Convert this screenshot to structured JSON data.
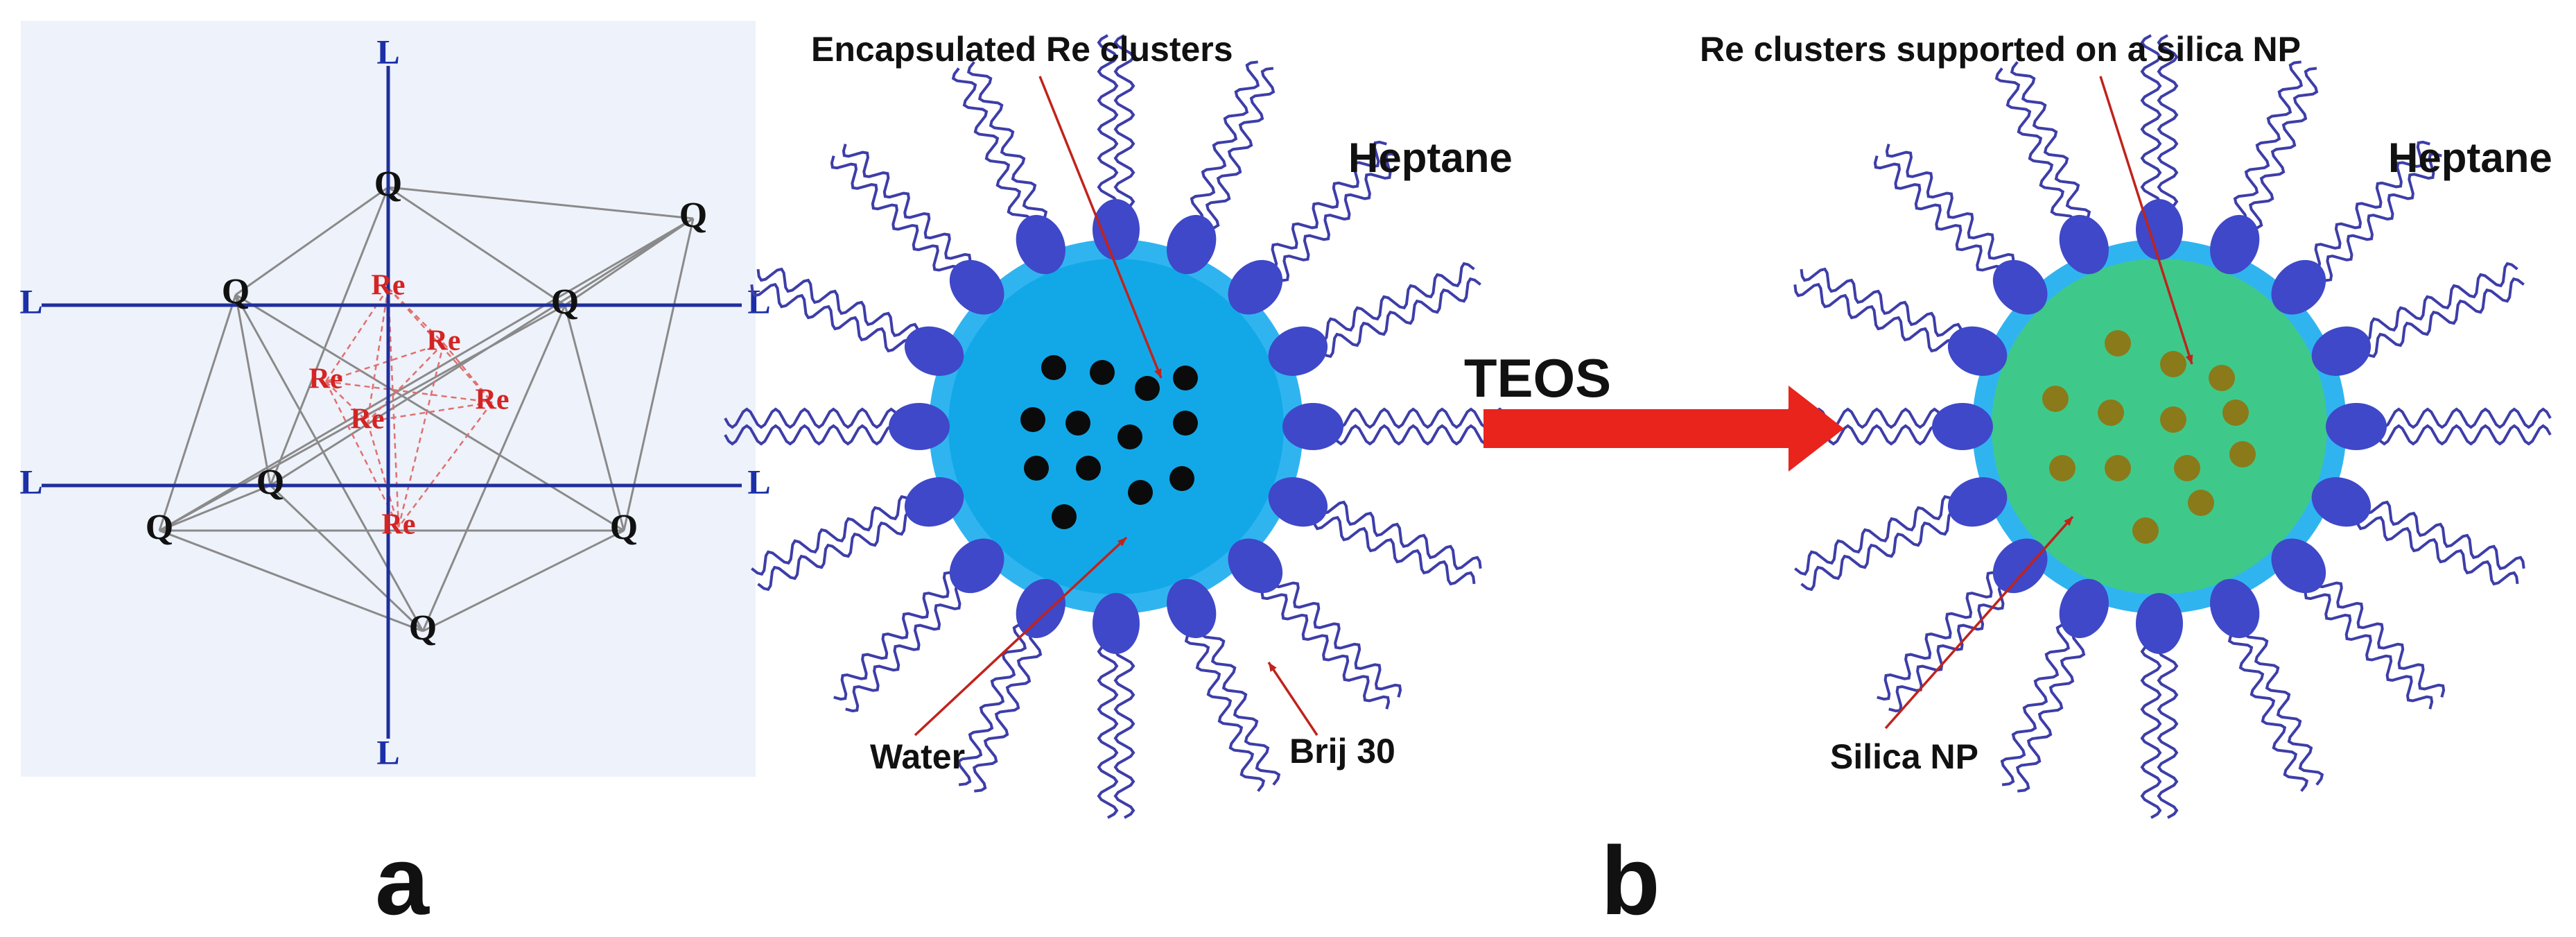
{
  "panel_a": {
    "letter": "a",
    "ligand_symbol": "L",
    "inner_ligand_symbol": "Q",
    "metal_symbol": "Re",
    "colors": {
      "background": "#eef2fa",
      "axis": "#1f2f9a",
      "ligand_text": "#1b2fa8",
      "cage": "#8a8a8a",
      "metal": "#d42424",
      "metal_bonds": "#e07070",
      "inner_text": "#111111"
    }
  },
  "panel_b": {
    "letter": "b",
    "left": {
      "title": "Encapsulated Re clusters",
      "solvent": "Heptane",
      "core": "Water",
      "surfactant": "Brij 30"
    },
    "reagent": "TEOS",
    "right": {
      "title": "Re clusters supported on a silica NP",
      "solvent": "Heptane",
      "core": "Silica NP"
    },
    "colors": {
      "water_core": "#12a8e8",
      "shell": "#30b4f0",
      "silica": "#3ec98a",
      "head": "#3f48c8",
      "tail": "#3d3ea8",
      "cluster_black": "#0b0b0b",
      "cluster_brown": "#8a7a1a",
      "arrow": "#e8241c",
      "pointer": "#c0231c"
    }
  }
}
